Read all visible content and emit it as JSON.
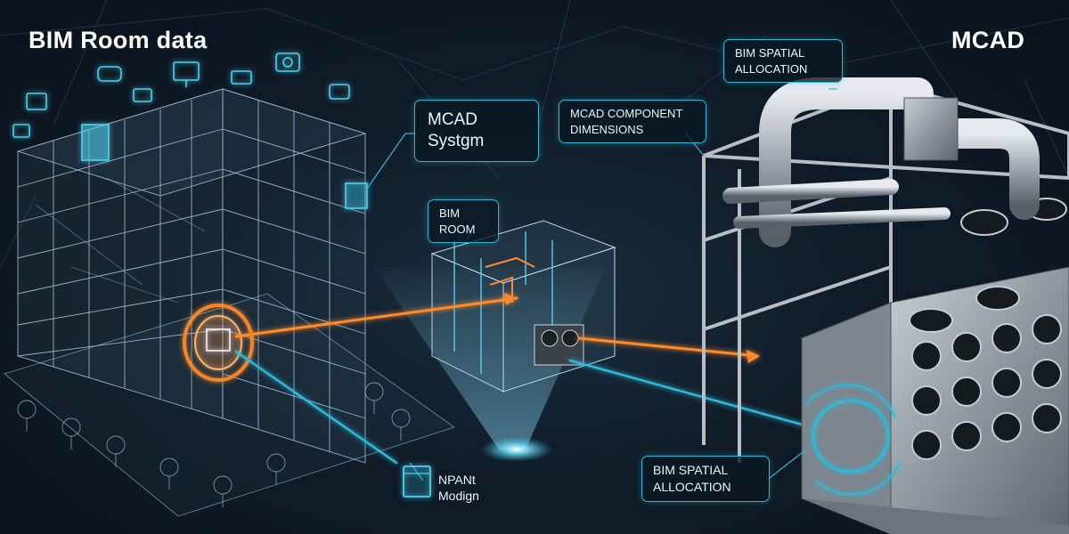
{
  "titles": {
    "left": "BIM Room data",
    "right": "MCAD"
  },
  "callouts": {
    "mcad_system": {
      "line1": "MCAD",
      "line2": "Systgm"
    },
    "bim_room": {
      "line1": "BIM",
      "line2": "ROOM"
    },
    "mcad_component": {
      "line1": "MCAD COMPONENT",
      "line2": "DIMENSIONS"
    },
    "bim_spatial_top": {
      "line1": "BIM SPATIAL",
      "line2": "ALLOCATION"
    },
    "bim_spatial_bottom": {
      "line1": "BIM SPATIAL",
      "line2": "ALLOCATION"
    },
    "npant": {
      "line1": "NPANt",
      "line2": "Modign"
    }
  },
  "colors": {
    "accent_cyan": "#2fb9d8",
    "accent_orange": "#ff8a2a",
    "background": "#0f1c28",
    "wireframe": "#9fc7e6",
    "metal": "#9aa3ab"
  },
  "icons": [
    "cube-icon",
    "vr-headset-icon",
    "monitor-icon",
    "camera-icon",
    "fan-icon",
    "tree-icon"
  ]
}
